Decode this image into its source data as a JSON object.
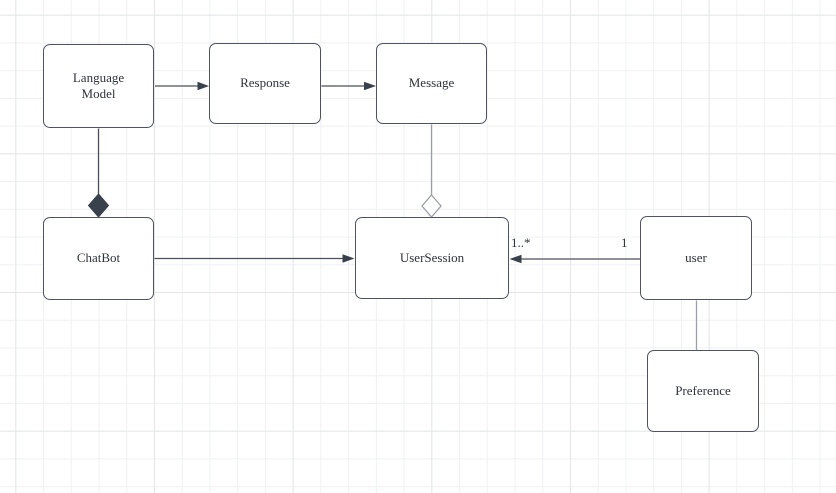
{
  "canvas": {
    "kind": "uml-class-diagram"
  },
  "colors": {
    "node_fill": "#ffffff",
    "node_stroke": "#4d5461",
    "edge_dark": "#4a515b",
    "edge_gray": "#9aa0a7",
    "diamond_filled": "#39414d",
    "text": "#2e333b",
    "grid_minor": "#f0f1f2",
    "grid_major": "#e4e6e8"
  },
  "nodes": [
    {
      "label": "Language Model"
    },
    {
      "label": "Response"
    },
    {
      "label": "Message"
    },
    {
      "label": "ChatBot"
    },
    {
      "label": "UserSession"
    },
    {
      "label": "user"
    },
    {
      "label": "Preference"
    }
  ],
  "edges": {
    "user_to_usersession": {
      "source_multiplicity": "1",
      "target_multiplicity": "1..*"
    }
  }
}
